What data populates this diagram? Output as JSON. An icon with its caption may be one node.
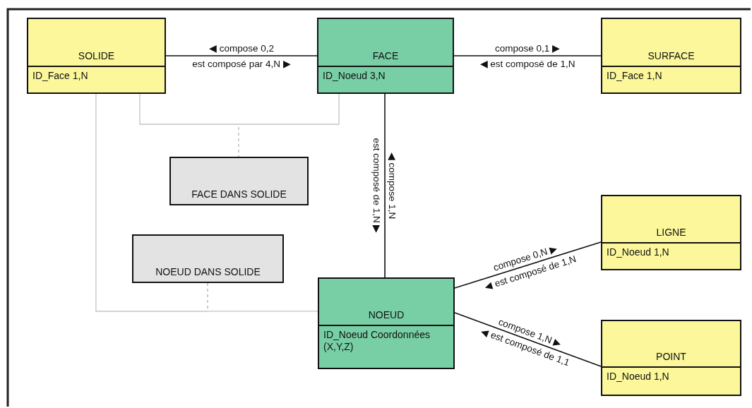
{
  "diagram": {
    "nodes": [
      {
        "text": [
          "SOLIDE",
          "ID_Face 1,N"
        ]
      },
      {
        "text": [
          "FACE",
          "ID_Noeud 3,N"
        ]
      },
      {
        "text": [
          "SURFACE",
          "ID_Face 1,N"
        ]
      },
      {
        "text": [
          "FACE DANS SOLIDE"
        ]
      },
      {
        "text": [
          "LIGNE",
          "ID_Noeud 1,N"
        ]
      },
      {
        "text": [
          "NOEUD DANS SOLIDE"
        ]
      },
      {
        "text": [
          "NOEUD",
          "ID_Noeud Coordonnées (X,Y,Z)"
        ]
      },
      {
        "text": [
          "POINT",
          "ID_Noeud 1,N"
        ]
      }
    ],
    "edges": [
      {
        "from": 0,
        "to": 1,
        "arrow": "none",
        "label": "◀ compose 0,2"
      },
      {
        "from": 1,
        "to": 2,
        "arrow": "none",
        "label": "compose 0,1 ▶"
      },
      {
        "from": 1,
        "to": 6,
        "arrow": "none",
        "label": "◀ compose 1,N"
      },
      {
        "from": 6,
        "to": 4,
        "arrow": "none",
        "label": "compose 0,N ▶"
      },
      {
        "from": 6,
        "to": 7,
        "arrow": "none",
        "label": "compose 1,N ▶"
      },
      {
        "from": 0,
        "to": 3,
        "arrow": "none",
        "style": "dashed",
        "color": "#c4c4c4"
      },
      {
        "from": 1,
        "to": 3,
        "arrow": "none",
        "style": "dashed",
        "color": "#c4c4c4"
      },
      {
        "from": 0,
        "to": 5,
        "arrow": "none",
        "style": "dashed",
        "color": "#c4c4c4"
      },
      {
        "from": 6,
        "to": 5,
        "arrow": "none",
        "style": "dashed",
        "color": "#c4c4c4"
      }
    ],
    "labels": [
      "est composé par 4,N ▶",
      "◀ est composé de 1,N",
      "est composé de 1,N ▶",
      "◀ est composé de 1,N",
      "◀ est composé de 1,1"
    ]
  }
}
